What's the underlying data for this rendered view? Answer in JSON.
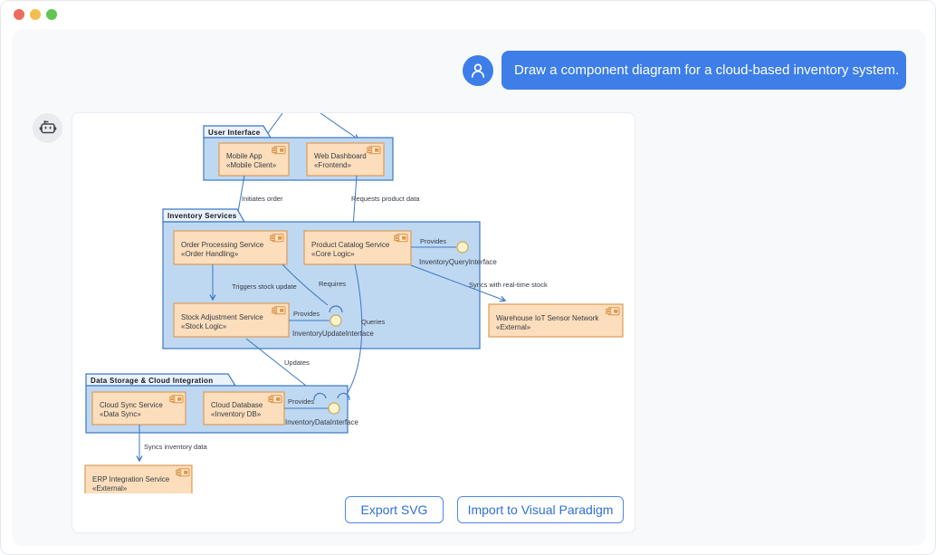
{
  "window": {
    "controls": {
      "close": "close",
      "minimize": "minimize",
      "zoom": "zoom"
    }
  },
  "chat": {
    "user_message": "Draw a component diagram for a cloud-based inventory system.",
    "bubble_color": "#3d7ee8",
    "user_avatar_icon": "person-icon",
    "assistant_avatar_icon": "robot-icon"
  },
  "diagram": {
    "packages": {
      "ui": {
        "title": "User Interface"
      },
      "inventory": {
        "title": "Inventory Services"
      },
      "storage": {
        "title": "Data Storage & Cloud Integration"
      }
    },
    "components": {
      "mobile_app": {
        "name": "Mobile App",
        "stereotype": "«Mobile Client»"
      },
      "web_dashboard": {
        "name": "Web Dashboard",
        "stereotype": "«Frontend»"
      },
      "order_processing": {
        "name": "Order Processing Service",
        "stereotype": "«Order Handling»"
      },
      "product_catalog": {
        "name": "Product Catalog Service",
        "stereotype": "«Core Logic»"
      },
      "stock_adjustment": {
        "name": "Stock Adjustment Service",
        "stereotype": "«Stock Logic»"
      },
      "warehouse_iot": {
        "name": "Warehouse IoT Sensor Network",
        "stereotype": "«External»"
      },
      "cloud_sync": {
        "name": "Cloud Sync Service",
        "stereotype": "«Data Sync»"
      },
      "cloud_database": {
        "name": "Cloud Database",
        "stereotype": "«Inventory DB»"
      },
      "erp": {
        "name": "ERP Integration Service",
        "stereotype": "«External»"
      }
    },
    "interfaces": {
      "query": "InventoryQueryInterface",
      "update": "InventoryUpdateInterface",
      "data": "InventoryDataInterface"
    },
    "edges": {
      "initiates_order": "Initiates order",
      "requests_product_data": "Requests product data",
      "triggers_stock_update": "Triggers stock update",
      "requires": "Requires",
      "queries": "Queries",
      "provides_query": "Provides",
      "provides_update": "Provides",
      "provides_data": "Provides",
      "syncs_realtime": "Syncs with real-time stock",
      "updates": "Updates",
      "syncs_inventory": "Syncs inventory data"
    },
    "colors": {
      "package_fill": "#bfd8f2",
      "package_border": "#3b78c2",
      "component_fill": "#fcdebc",
      "component_border": "#db9b57",
      "interface_ball_fill": "#fcf3ce",
      "interface_ball_border": "#c9a94f",
      "edge": "#3b78c2"
    }
  },
  "actions": {
    "export_label": "Export SVG",
    "import_label": "Import to Visual Paradigm"
  }
}
